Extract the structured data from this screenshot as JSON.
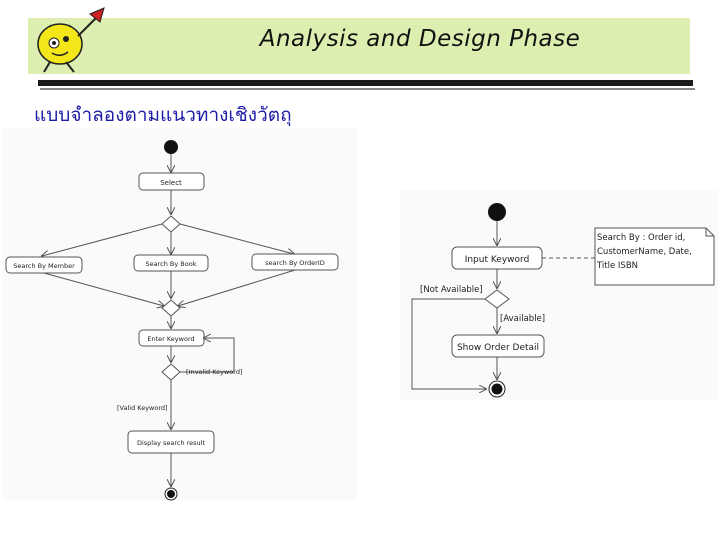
{
  "header": {
    "title": "Analysis and Design Phase",
    "subtitle": "แบบจำลองตามแนวทางเชิงวัตถุ"
  },
  "diagram_left": {
    "select": "Select",
    "search_member": "Search By Member",
    "search_book": "Search By Book",
    "search_order": "search By OrderID",
    "enter_keyword": "Enter Keyword",
    "invalid_guard": "[Invalid Keyword]",
    "valid_guard": "[Valid Keyword]",
    "display": "Display search result"
  },
  "diagram_right": {
    "input_keyword": "Input Keyword",
    "not_available": "[Not Available]",
    "available": "[Available]",
    "show_order": "Show Order Detail",
    "note_line1": "Search By : Order id,",
    "note_line2": "CustomerName, Date,",
    "note_line3": "Title ISBN"
  },
  "colors": {
    "banner": "#dcefb0",
    "subtitle": "#1c1ca6",
    "node_fill": "#ffffff",
    "line": "#555555"
  }
}
